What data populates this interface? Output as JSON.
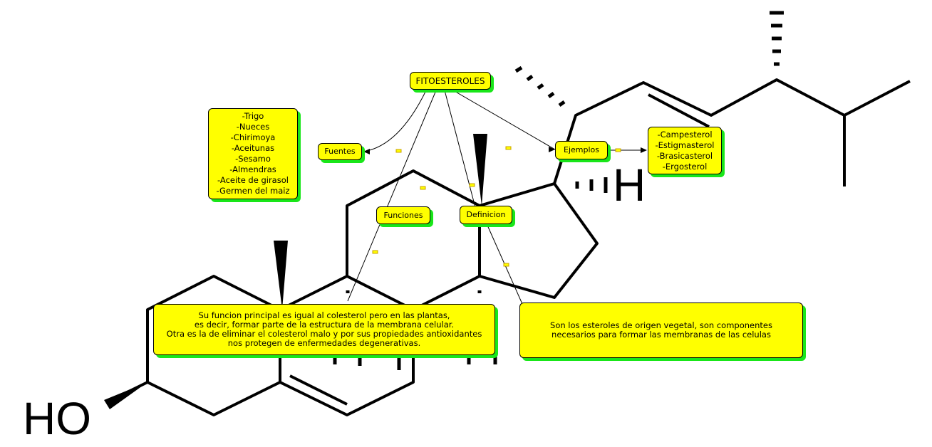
{
  "molecule": {
    "label_ho": "HO",
    "label_h": "H"
  },
  "nodes": {
    "fitoesteroles": "FITOESTEROLES",
    "fuentes": "Fuentes",
    "ejemplos": "Ejemplos",
    "funciones": "Funciones",
    "definicion": "Definicion"
  },
  "fuentes_list": [
    "-Trigo",
    "-Nueces",
    "-Chirimoya",
    "-Aceitunas",
    "-Sesamo",
    "-Almendras",
    "-Aceite de girasol",
    "-Germen del maiz"
  ],
  "ejemplos_list": [
    "-Campesterol",
    "-Estigmasterol",
    "-Brasicasterol",
    "-Ergosterol"
  ],
  "funciones_text": [
    "Su funcion principal es igual al colesterol pero en las plantas,",
    "es decir, formar parte de la estructura de la membrana celular.",
    "Otra es la de eliminar el colesterol malo y por sus propiedades antioxidantes",
    "nos protegen de enfermedades degenerativas."
  ],
  "definicion_text": [
    "Son los esteroles de origen vegetal, son componentes",
    "necesarios para formar las membranas de las celulas"
  ],
  "colors": {
    "node_fill": "#ffff00",
    "node_shadow": "#19e619",
    "line": "#000000"
  }
}
